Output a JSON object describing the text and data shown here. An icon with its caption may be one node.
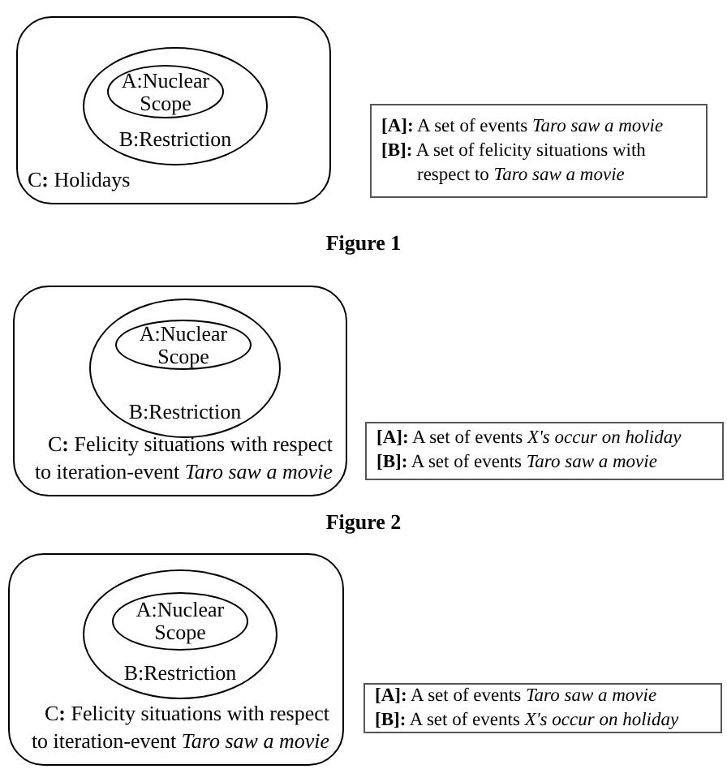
{
  "diagram": {
    "nodes": [
      {
        "text": [
          "C**:** Holidays"
        ]
      },
      {
        "text": [
          "B:Restriction"
        ],
        "in": 0
      },
      {
        "text": [
          "A:Nuclear Scope"
        ],
        "in": 1
      },
      {
        "text": [
          "**[A]:** A set of events *Taro saw a movie*",
          "**[B]:** A set of felicity situations with respect to *Taro saw a movie*"
        ]
      },
      {
        "text": [
          "C**:** Felicity situations with respect to iteration-event *Taro saw a movie*"
        ]
      },
      {
        "text": [
          "B:Restriction"
        ],
        "in": 4
      },
      {
        "text": [
          "A:Nuclear Scope"
        ],
        "in": 5
      },
      {
        "text": [
          "**[A]:** A set of events *X's occur on  holiday*",
          "**[B]:** A set of events *Taro saw a movie*"
        ]
      },
      {
        "text": [
          "C**:** Felicity situations with respect to iteration-event *Taro saw a movie*"
        ]
      },
      {
        "text": [
          "B:Restriction"
        ],
        "in": 8
      },
      {
        "text": [
          "A:Nuclear Scope"
        ],
        "in": 9
      },
      {
        "text": [
          "**[A]:** A set of events *Taro saw a movie*",
          "**[B]:** A set of events *X's occur on holiday*"
        ]
      }
    ],
    "labels": [
      "Figure 1",
      "Figure 2"
    ]
  }
}
